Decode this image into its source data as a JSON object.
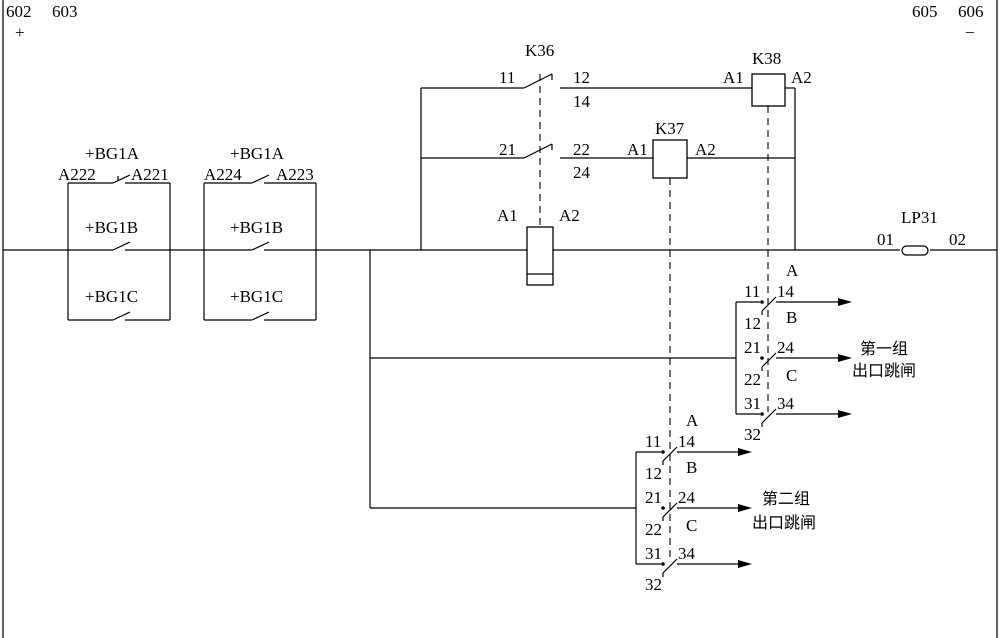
{
  "supply": {
    "n602": "602",
    "n603": "603",
    "n605": "605",
    "n606": "606",
    "plus": "+",
    "minus": "−"
  },
  "group1": {
    "bg1a": "+BG1A",
    "bg1b": "+BG1B",
    "bg1c": "+BG1C",
    "left_term": "A222",
    "right_term": "A221"
  },
  "group2": {
    "bg1a": "+BG1A",
    "bg1b": "+BG1B",
    "bg1c": "+BG1C",
    "left_term": "A224",
    "right_term": "A223"
  },
  "k36": {
    "name": "K36",
    "c1_in": "11",
    "c1_no": "12",
    "c1_nc": "14",
    "c2_in": "21",
    "c2_no": "22",
    "c2_nc": "24",
    "coil_a1": "A1",
    "coil_a2": "A2"
  },
  "k37": {
    "name": "K37",
    "a1": "A1",
    "a2": "A2"
  },
  "k38": {
    "name": "K38",
    "a1": "A1",
    "a2": "A2"
  },
  "lp31": {
    "name": "LP31",
    "t1": "01",
    "t2": "02"
  },
  "out1": {
    "line1": "第一组",
    "line2": "出口跳闸",
    "pa": "A",
    "pb": "B",
    "pc": "C",
    "t11": "11",
    "t12": "12",
    "t14": "14",
    "t21": "21",
    "t22": "22",
    "t24": "24",
    "t31": "31",
    "t32": "32",
    "t34": "34"
  },
  "out2": {
    "line1": "第二组",
    "line2": "出口跳闸",
    "pa": "A",
    "pb": "B",
    "pc": "C",
    "t11": "11",
    "t12": "12",
    "t14": "14",
    "t21": "21",
    "t22": "22",
    "t24": "24",
    "t31": "31",
    "t32": "32",
    "t34": "34"
  }
}
